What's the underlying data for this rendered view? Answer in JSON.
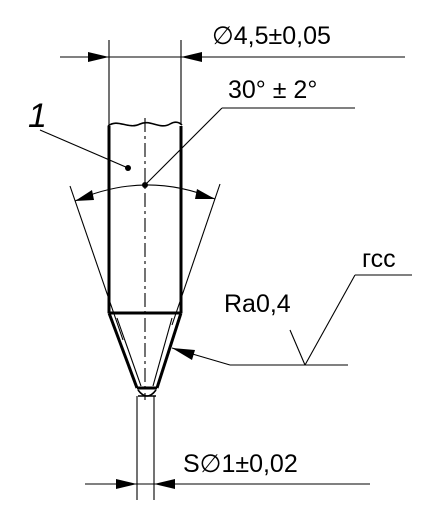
{
  "drawing": {
    "part_number": "1",
    "dim_diameter": "∅4,5±0,05",
    "dim_angle": "30° ± 2°",
    "roughness": "Ra0,4",
    "roughness_note": "гсс",
    "dim_tip": "S∅1±0,02"
  }
}
